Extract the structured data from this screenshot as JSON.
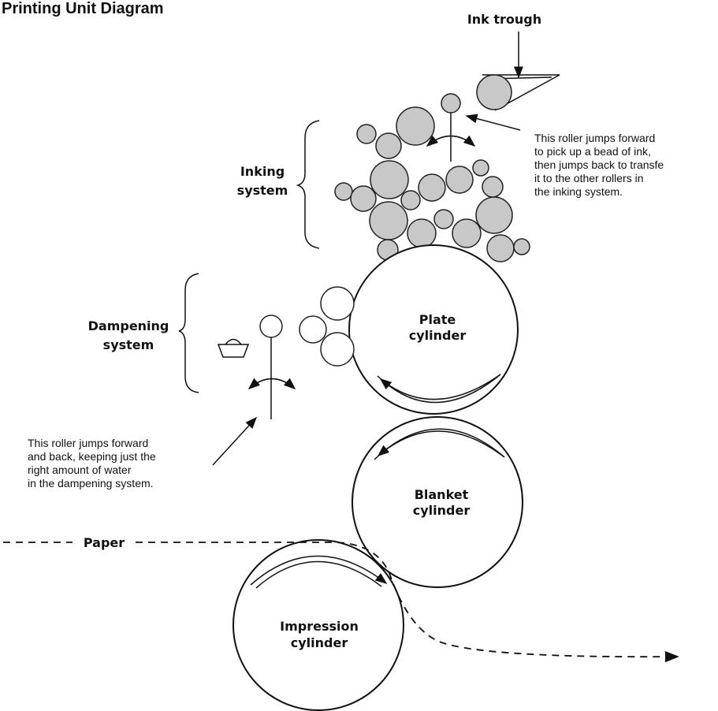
{
  "title": "Printing Unit Diagram",
  "labels": {
    "ink_trough": "Ink trough",
    "inking_system_1": "Inking",
    "inking_system_2": "system",
    "dampening_system_1": "Dampening",
    "dampening_system_2": "system",
    "plate_cylinder_1": "Plate",
    "plate_cylinder_2": "cylinder",
    "blanket_cylinder_1": "Blanket",
    "blanket_cylinder_2": "cylinder",
    "impression_cylinder_1": "Impression",
    "impression_cylinder_2": "cylinder",
    "paper": "Paper"
  },
  "notes": {
    "ink_roller": [
      "This roller jumps forward",
      "to pick up a bead of ink,",
      "then jumps back to transfe",
      "it to the other rollers in",
      "the inking system."
    ],
    "water_roller": [
      "This roller jumps forward",
      "and back, keeping just the",
      "right amount of water",
      "in the dampening system."
    ]
  }
}
